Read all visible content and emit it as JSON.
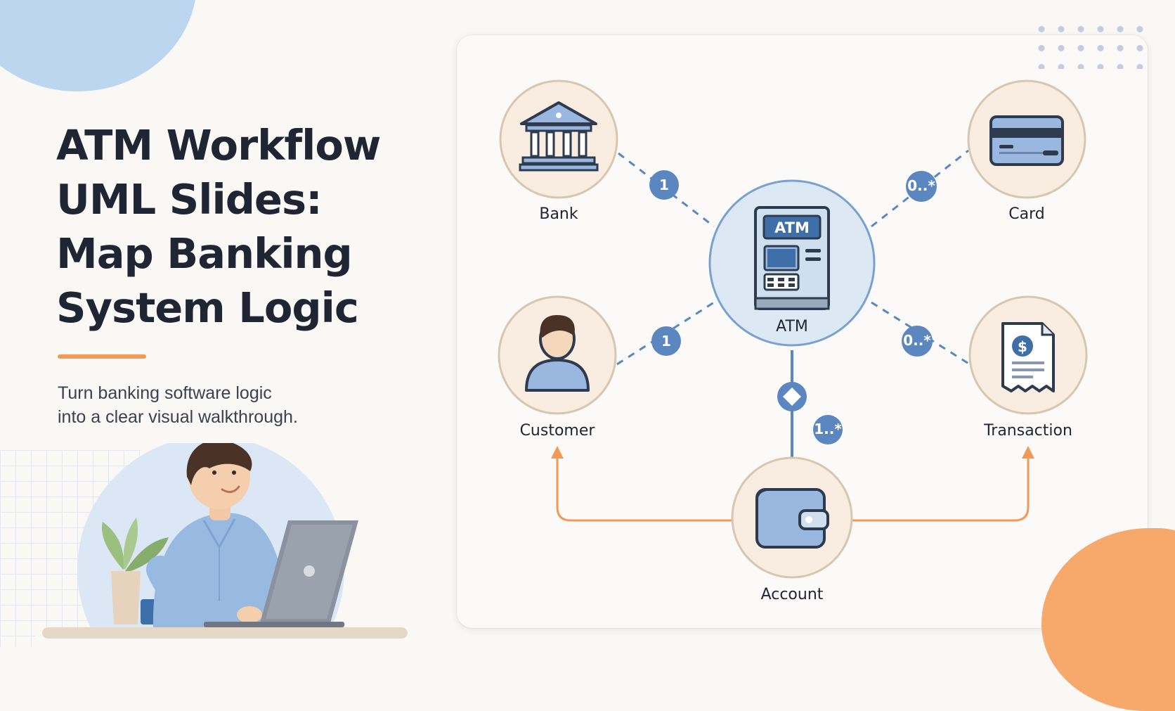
{
  "slide": {
    "title_lines": [
      "ATM Workflow",
      "UML Slides:",
      "Map Banking",
      "System Logic"
    ],
    "subtitle_lines": [
      "Turn banking software logic",
      "into a clear visual walkthrough."
    ]
  },
  "diagram": {
    "nodes": {
      "bank": {
        "label": "Bank",
        "icon": "bank-icon"
      },
      "card": {
        "label": "Card",
        "icon": "credit-card-icon"
      },
      "atm": {
        "label": "ATM",
        "icon": "atm-machine-icon",
        "screen_text": "ATM"
      },
      "customer": {
        "label": "Customer",
        "icon": "person-icon"
      },
      "transaction": {
        "label": "Transaction",
        "icon": "receipt-icon"
      },
      "account": {
        "label": "Account",
        "icon": "wallet-icon"
      }
    },
    "multiplicities": {
      "bank_atm": "1",
      "customer_atm": "1",
      "card_atm": "0..*",
      "transaction_atm": "0..*",
      "account_atm": "1..*"
    }
  },
  "colors": {
    "accent_blue": "#5b86bf",
    "accent_orange": "#f29a55",
    "node_fill": "#f8ede0",
    "node_stroke": "#d8c7b0",
    "atm_fill": "#dde8f5"
  }
}
